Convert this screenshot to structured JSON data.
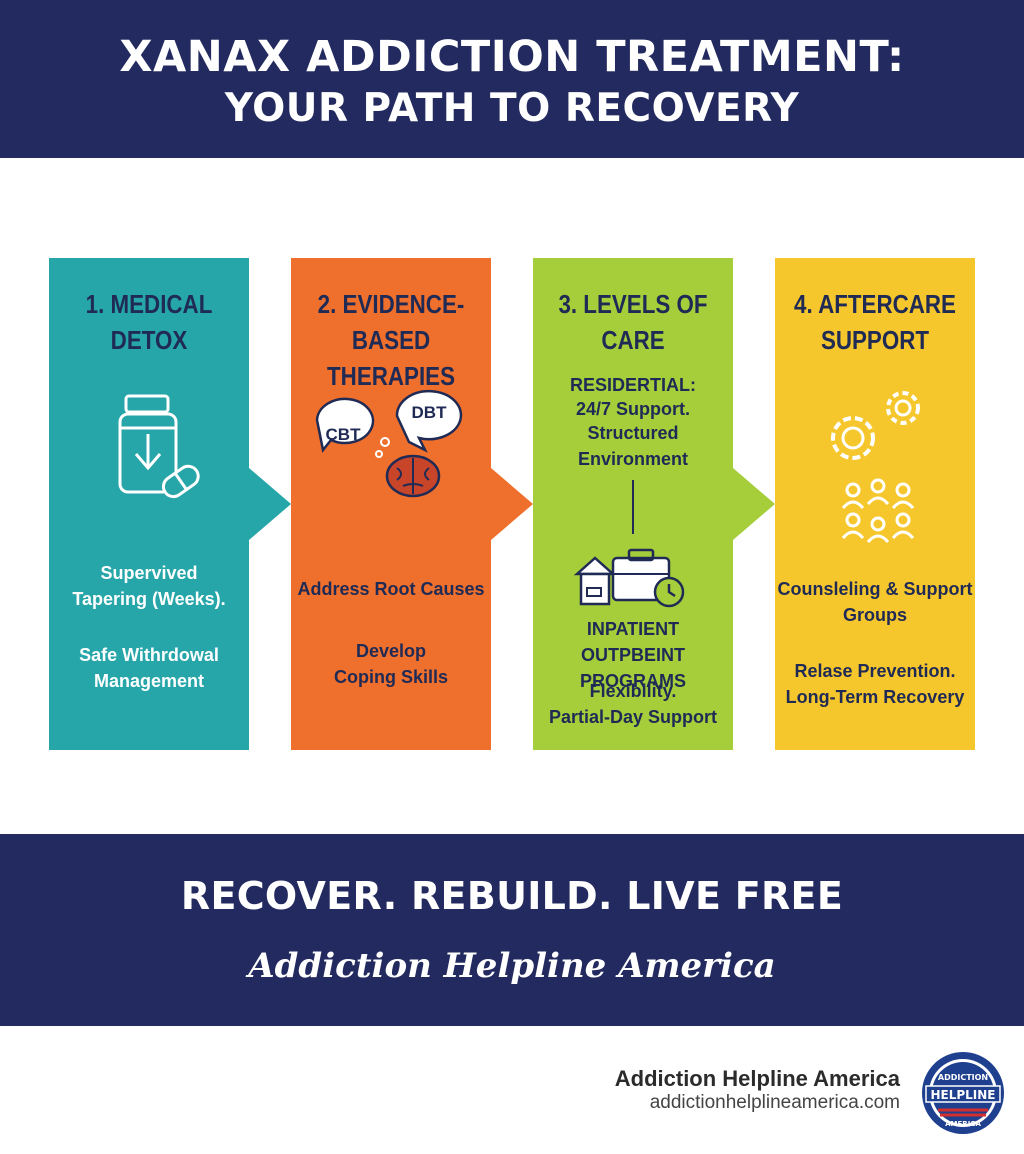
{
  "header": {
    "title_line1": "XANAX ADDICTION TREATMENT:",
    "title_line2": "YOUR PATH TO RECOVERY"
  },
  "colors": {
    "navy": "#232a5f",
    "teal": "#26a6a8",
    "orange": "#ef6f2c",
    "green": "#a6ce3a",
    "yellow": "#f6c72c"
  },
  "steps": [
    {
      "title_line1": "1. MEDICAL",
      "title_line2": "DETOX",
      "icon": "medicine-bottle-icon",
      "line1": "Supervived",
      "line2": "Tapering (Weeks).",
      "line3": "Safe Withrdowal",
      "line4": "Management"
    },
    {
      "title_line1": "2. EVIDENCE-BASED",
      "title_line2": "THERAPIES",
      "icon": "therapy-brain-icon",
      "bubble1": "CBT",
      "bubble2": "DBT",
      "line1": "Address Root Causes",
      "line2": "Develop",
      "line3": "Coping Skills"
    },
    {
      "title_line1": "3. LEVELS OF",
      "title_line2": "CARE",
      "icon": "care-levels-icon",
      "res1": "RESIDERTIAL:",
      "res2": "24/7 Support.",
      "res3": "Structured Environment",
      "line1": "INPATIENT",
      "line2": "OUTPBEINT PROGRAMS",
      "line3": "Flexibility.",
      "line4": "Partial-Day Support"
    },
    {
      "title_line1": "4. AFTERCARE",
      "title_line2": "SUPPORT",
      "icon": "support-group-icon",
      "line1": "Counsleling & Support",
      "line2": "Groups",
      "line3": "Relase Prevention.",
      "line4": "Long-Term Recovery"
    }
  ],
  "banner": {
    "tagline": "RECOVER. REBUILD. LIVE FREE",
    "script": "Addiction Helpline America"
  },
  "footer": {
    "name": "Addiction Helpline America",
    "url": "addictionhelplineamerica.com",
    "logo_top": "ADDICTION",
    "logo_mid": "HELPLINE",
    "logo_bottom": "AMERICA"
  }
}
